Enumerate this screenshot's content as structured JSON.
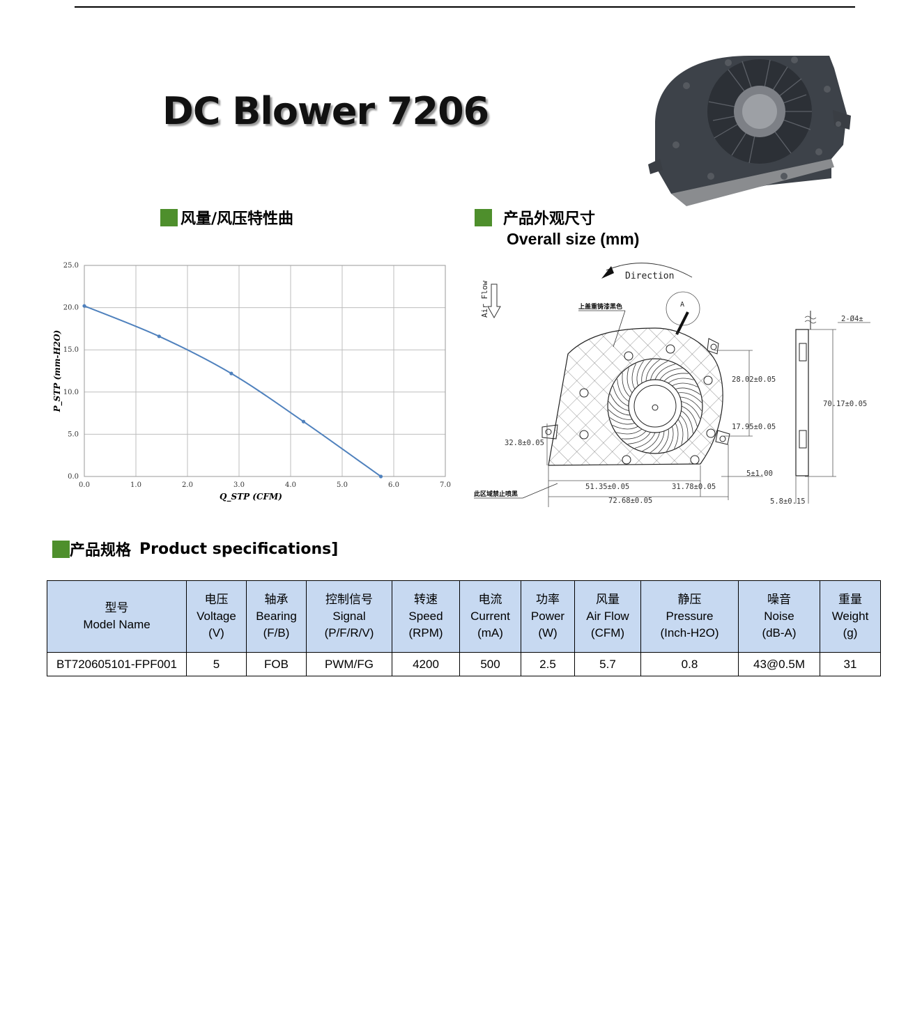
{
  "document": {
    "title": "DC Blower 7206"
  },
  "sections": {
    "curve_heading": "风量/风压特性曲",
    "size_heading_cn": "产品外观尺寸",
    "size_heading_en": "Overall size (mm)",
    "spec_heading_cn": "产品规格",
    "spec_heading_en": "Product specifications]"
  },
  "chart_data": {
    "type": "line",
    "xlabel": "Q_STP (CFM)",
    "ylabel": "P_STP (mm-H2O)",
    "xlim": [
      0,
      7
    ],
    "ylim": [
      0,
      25
    ],
    "x_ticks": [
      "0.0",
      "1.0",
      "2.0",
      "3.0",
      "4.0",
      "5.0",
      "6.0",
      "7.0"
    ],
    "y_ticks": [
      "0.0",
      "5.0",
      "10.0",
      "15.0",
      "20.0",
      "25.0"
    ],
    "grid": true,
    "series": [
      {
        "color": "#4f81bd",
        "x": [
          0.0,
          1.45,
          2.85,
          4.25,
          5.75
        ],
        "y": [
          20.2,
          16.6,
          12.2,
          6.5,
          0.0
        ]
      }
    ]
  },
  "drawing": {
    "direction_label": "Direction",
    "airflow_label": "Air Flow",
    "note_top": "上盖重铸漆黑色",
    "note_bottom": "此区域禁止喷黑",
    "detail_label": "A",
    "dims": {
      "d1": "28.02±0.05",
      "d2": "17.95±0.05",
      "d3": "32.8±0.05",
      "d4": "51.35±0.05",
      "d5": "31.78±0.05",
      "d6": "72.68±0.05",
      "d7": "5±1.00",
      "d8": "70.17±0.05",
      "d9": "5.8±0.15",
      "d10": "2-Ø4±"
    }
  },
  "spec_table": {
    "headers": [
      {
        "cn": "型号",
        "en": "Model Name",
        "unit": ""
      },
      {
        "cn": "电压",
        "en": "Voltage",
        "unit": "(V)"
      },
      {
        "cn": "轴承",
        "en": "Bearing",
        "unit": "(F/B)"
      },
      {
        "cn": "控制信号",
        "en": "Signal",
        "unit": "(P/F/R/V)"
      },
      {
        "cn": "转速",
        "en": "Speed",
        "unit": "(RPM)"
      },
      {
        "cn": "电流",
        "en": "Current",
        "unit": "(mA)"
      },
      {
        "cn": "功率",
        "en": "Power",
        "unit": "(W)"
      },
      {
        "cn": "风量",
        "en": "Air Flow",
        "unit": "(CFM)"
      },
      {
        "cn": "静压",
        "en": "Pressure",
        "unit": "(Inch-H2O)"
      },
      {
        "cn": "噪音",
        "en": "Noise",
        "unit": "(dB-A)"
      },
      {
        "cn": "重量",
        "en": "Weight",
        "unit": "(g)"
      }
    ],
    "rows": [
      [
        "BT720605101-FPF001",
        "5",
        "FOB",
        "PWM/FG",
        "4200",
        "500",
        "2.5",
        "5.7",
        "0.8",
        "43@0.5M",
        "31"
      ]
    ]
  },
  "colors": {
    "accent_square": "#4e8f2c",
    "table_header_bg": "#c7d9f1",
    "curve": "#4f81bd"
  }
}
